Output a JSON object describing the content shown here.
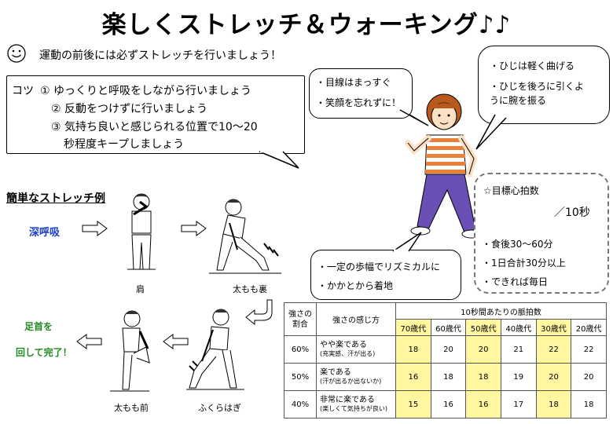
{
  "title": "楽しくストレッチ＆ウォーキング♪♪",
  "intro": "運動の前後には必ずストレッチを行いましょう！",
  "tips": {
    "label": "コツ",
    "line1": "① ゆっくりと呼吸をしながら行いましょう",
    "line2": "② 反動をつけずに行いましょう",
    "line3": "③ 気持ち良いと感じられる位置で10〜20",
    "line4": "秒程度キープしましょう"
  },
  "bubble_eyes": [
    "・目線はまっすぐ",
    "・笑顔を忘れずに！"
  ],
  "bubble_elbows": [
    "・ひじは軽く曲げる",
    "・ひじを後ろに引くよ",
    "うに腕を振る"
  ],
  "bubble_steps": [
    "・一定の歩幅でリズミカルに",
    "・かかとから着地"
  ],
  "target": {
    "heading": "☆目標心拍数",
    "per": "／10秒",
    "items": [
      "・食後30〜60分",
      "・1日合計30分以上",
      "・できれば毎日"
    ]
  },
  "stretch": {
    "heading": "簡単なストレッチ例",
    "deep_breath": "深呼吸",
    "captions": {
      "shoulder": "肩",
      "thigh_back": "太もも裏",
      "thigh_front": "太もも前",
      "calf": "ふくらはぎ"
    },
    "finish_line1": "足首を",
    "finish_line2": "回して完了！"
  },
  "table": {
    "col1": [
      "強さの",
      "割合"
    ],
    "col2": "強さの感じ方",
    "group_header": "10秒間あたりの脈拍数",
    "ages": [
      "70歳代",
      "60歳代",
      "50歳代",
      "40歳代",
      "30歳代",
      "20歳代"
    ],
    "highlight_ages": [
      "70歳代",
      "50歳代",
      "30歳代"
    ],
    "rows": [
      {
        "pct": "60%",
        "feel": "やや楽である",
        "note": "(充実感、汗が出る)",
        "values": [
          "18",
          "20",
          "20",
          "21",
          "22",
          "22"
        ]
      },
      {
        "pct": "50%",
        "feel": "楽である",
        "note": "(汗が出るか出ないか)",
        "values": [
          "16",
          "18",
          "18",
          "19",
          "20",
          "20"
        ]
      },
      {
        "pct": "40%",
        "feel": "非常に楽である",
        "note": "(楽しくて気持ちが良い)",
        "values": [
          "15",
          "16",
          "16",
          "17",
          "18",
          "18"
        ]
      }
    ]
  },
  "colors": {
    "deep_breath": "#1a3fc8",
    "finish": "#1f8a1f",
    "highlight": "#fff8a0",
    "shirt_stripe": "#e8823a",
    "pants": "#6a4fb5"
  }
}
